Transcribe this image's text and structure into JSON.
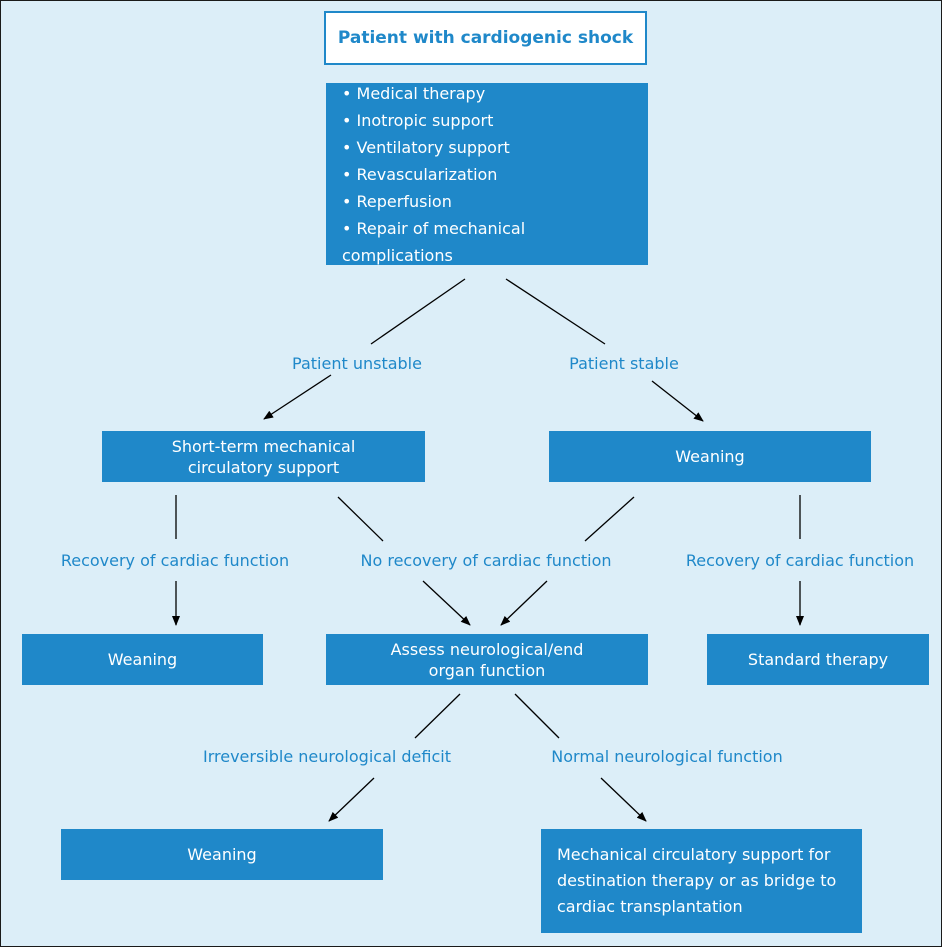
{
  "title": "Patient with cardiogenic shock",
  "treatments": [
    "Medical therapy",
    "Inotropic support",
    "Ventilatory support",
    "Revascularization",
    "Reperfusion",
    "Repair of mechanical complications"
  ],
  "boxes": {
    "short_term_mcs": "Short-term mechanical circulatory support",
    "weaning_right": "Weaning",
    "weaning_left": "Weaning",
    "assess": "Assess neurological/end organ function",
    "standard_therapy": "Standard therapy",
    "weaning_bottom": "Weaning",
    "mcs_destination": "Mechanical circulatory support for destination therapy or as bridge to cardiac transplantation"
  },
  "labels": {
    "unstable": "Patient unstable",
    "stable": "Patient stable",
    "recovery_left": "Recovery of cardiac function",
    "no_recovery": "No recovery of cardiac function",
    "recovery_right": "Recovery of cardiac function",
    "irreversible": "Irreversible neurological deficit",
    "normal": "Normal neurological function"
  },
  "colors": {
    "background": "#dceef8",
    "box_fill": "#1f88c9",
    "label_text": "#1f88c9",
    "arrow": "#000000"
  }
}
